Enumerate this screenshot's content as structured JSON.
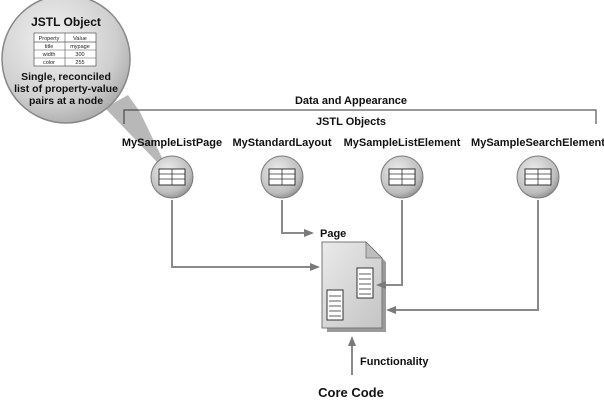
{
  "callout": {
    "title": "JSTL Object",
    "table": {
      "headers": [
        "Property",
        "Value"
      ],
      "rows": [
        [
          "title",
          "mypage"
        ],
        [
          "width",
          "300"
        ],
        [
          "color",
          "255"
        ]
      ]
    },
    "caption_lines": [
      "Single, reconciled",
      "list of property-value",
      "pairs at a node"
    ]
  },
  "data_and_appearance_label": "Data and Appearance",
  "jstl_objects_label": "JSTL Objects",
  "objects": [
    {
      "label": "MySampleListPage"
    },
    {
      "label": "MyStandardLayout"
    },
    {
      "label": "MySampleListElement"
    },
    {
      "label": "MySampleSearchElement"
    }
  ],
  "page_label": "Page",
  "functionality_label": "Functionality",
  "core_code_label": "Core Code",
  "colors": {
    "circle_fill": "#c8c8c8",
    "page_fill": "#d6d6d6",
    "arrow": "#888888",
    "text": "#111111"
  },
  "icons": [
    "table-icon",
    "document-icon",
    "arrow-icon"
  ]
}
